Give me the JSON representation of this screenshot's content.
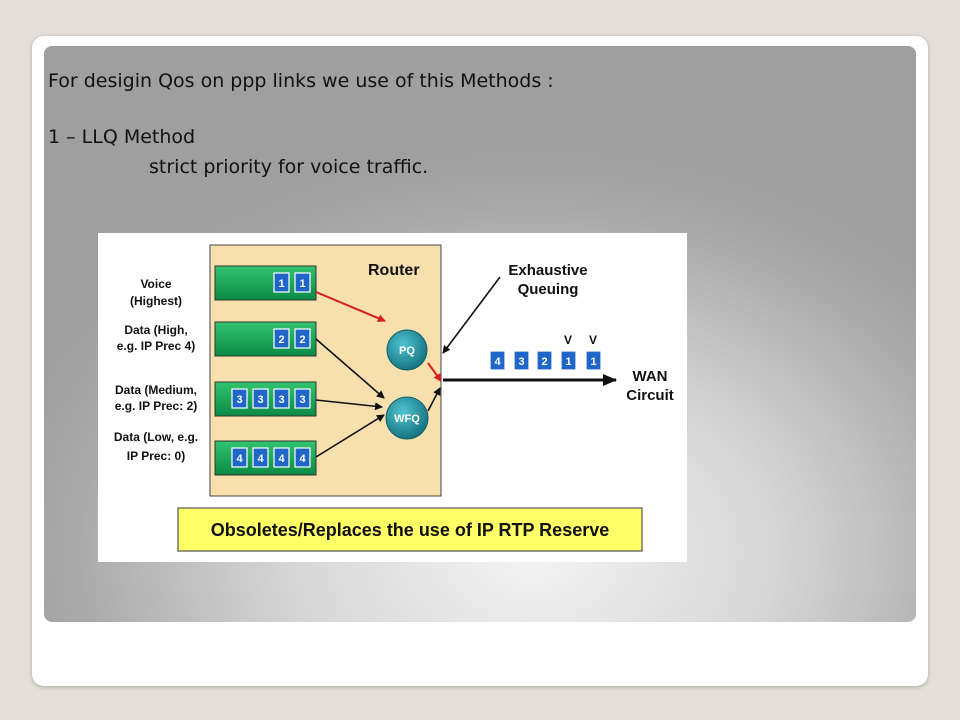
{
  "slide": {
    "line1": "For  desigin Qos on ppp links we use of this Methods :",
    "line2": "1 – LLQ  Method",
    "line3": "strict priority for voice traffic."
  },
  "diagram": {
    "inputs": [
      {
        "line1": "Voice",
        "line2": "(Highest)",
        "packets": [
          "1",
          "1"
        ]
      },
      {
        "line1": "Data (High,",
        "line2": "e.g. IP Prec 4)",
        "packets": [
          "2",
          "2"
        ]
      },
      {
        "line1": "Data (Medium,",
        "line2": "e.g. IP Prec: 2)",
        "packets": [
          "3",
          "3",
          "3",
          "3"
        ]
      },
      {
        "line1": "Data (Low, e.g.",
        "line2": "IP Prec: 0)",
        "packets": [
          "4",
          "4",
          "4",
          "4"
        ]
      }
    ],
    "router_label": "Router",
    "pq_label": "PQ",
    "wfq_label": "WFQ",
    "exhaustive_line1": "Exhaustive",
    "exhaustive_line2": "Queuing",
    "output_packets": [
      "4",
      "3",
      "2",
      "1",
      "1"
    ],
    "v_mark": "V",
    "wan_line1": "WAN",
    "wan_line2": "Circuit",
    "banner": "Obsoletes/Replaces the use of IP RTP Reserve",
    "colors": {
      "router_bg": "#f7dfae",
      "queue_green": "#0e9e50",
      "packet_blue": "#1f66c8",
      "circle_teal": "#1e8d9a",
      "banner_yellow": "#ffff66",
      "red_arrow": "#d81d1d"
    }
  }
}
